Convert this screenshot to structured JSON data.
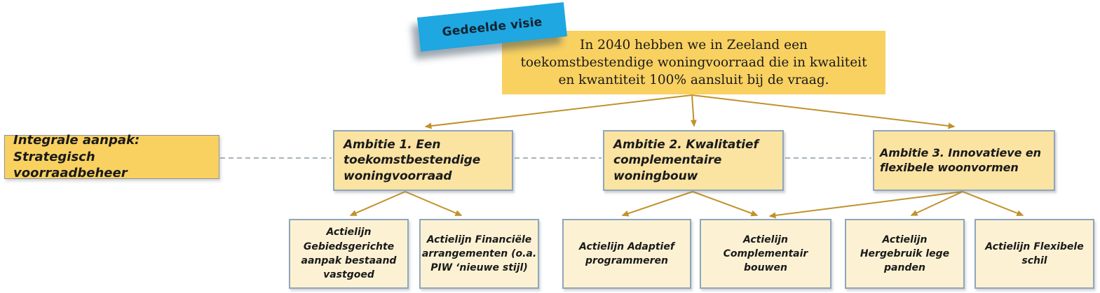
{
  "sticky_note": {
    "label": "Gedeelde visie"
  },
  "vision": {
    "text": "In 2040 hebben we in Zeeland een toekomstbestendige woningvoorraad die in kwaliteit en kwantiteit 100% aansluit bij de vraag."
  },
  "integral_approach": {
    "line1": "Integrale aanpak:",
    "line2": "Strategisch voorraadbeheer"
  },
  "ambitions": [
    {
      "title": "Ambitie 1. Een toekomstbestendige woningvoorraad"
    },
    {
      "title": "Ambitie 2. Kwalitatief complementaire woningbouw"
    },
    {
      "title": "Ambitie 3. Innovatieve en flexibele woonvormen"
    }
  ],
  "action_lines": [
    {
      "label": "Actielijn Gebiedsgerichte aanpak bestaand vastgoed"
    },
    {
      "label": "Actielijn Financiële arrangementen (o.a. PIW ‘nieuwe stijl)"
    },
    {
      "label": "Actielijn Adaptief programmeren"
    },
    {
      "label": "Actielijn Complementair bouwen"
    },
    {
      "label": "Actielijn Hergebruik lege panden"
    },
    {
      "label": "Actielijn Flexibele schil"
    }
  ],
  "colors": {
    "sticky_blue": "#1EA7E1",
    "vision_yellow": "#F9D161",
    "ambition_yellow": "#FBE3A2",
    "action_cream": "#FCF2D3",
    "box_border": "#8FA6BA",
    "arrow_gold": "#C0922B",
    "dash_gray": "#8C9AA6",
    "text_dark": "#1A1A1A"
  }
}
